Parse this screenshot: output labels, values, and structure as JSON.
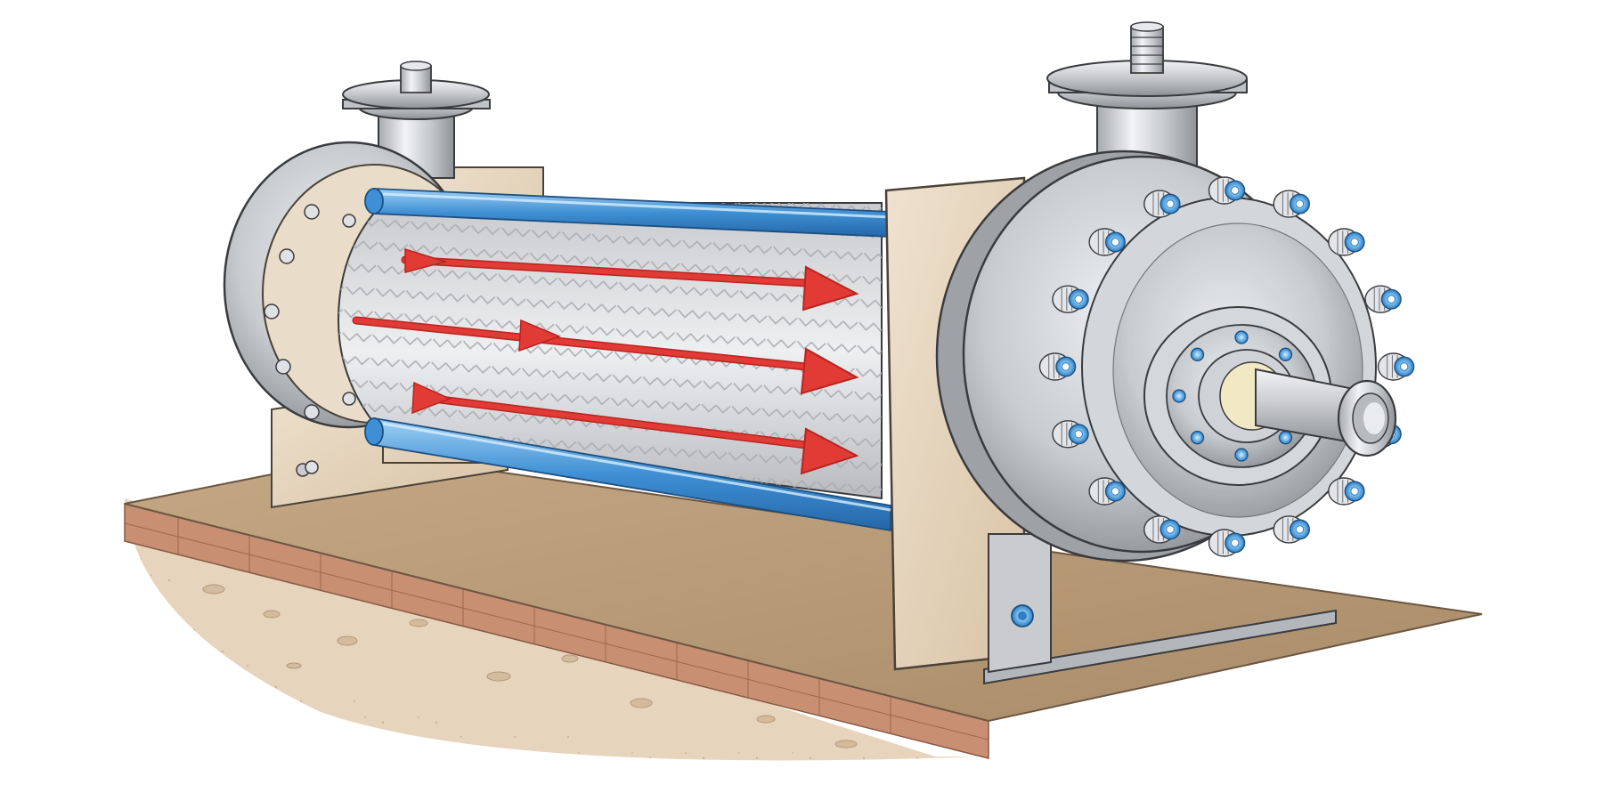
{
  "colors": {
    "background": "#ffffff",
    "shell_metal": "#c9cbcf",
    "shell_metal_light": "#eceef1",
    "shell_metal_dark": "#8e9297",
    "tube_blue": "#3f8fd4",
    "tube_blue_light": "#9fd0f3",
    "flow_arrow_red": "#e23b36",
    "flow_arrow_red_dark": "#b82420",
    "core_fill": "#dfe0e3",
    "chevron_pattern": "#a9abb0",
    "plate_tan": "#e4d3bd",
    "base_tan": "#b99c7a",
    "brick": "#c88f72",
    "soil": "#e7d4bd",
    "outline": "#3a3b3e"
  },
  "icons": {
    "left_nozzle": "flanged-nozzle-icon",
    "right_nozzle": "flanged-nozzle-icon",
    "outlet_pipe": "pipe-outlet-icon",
    "flow_arrow": "arrow-right-icon",
    "bolt": "bolt-head-icon"
  },
  "diagram": {
    "flow_arrow_count": 3,
    "blue_tube_count": 2,
    "right_flange_bolt_count": 16,
    "left_flange_bolt_count": 8,
    "hub_bolt_count": 8
  }
}
